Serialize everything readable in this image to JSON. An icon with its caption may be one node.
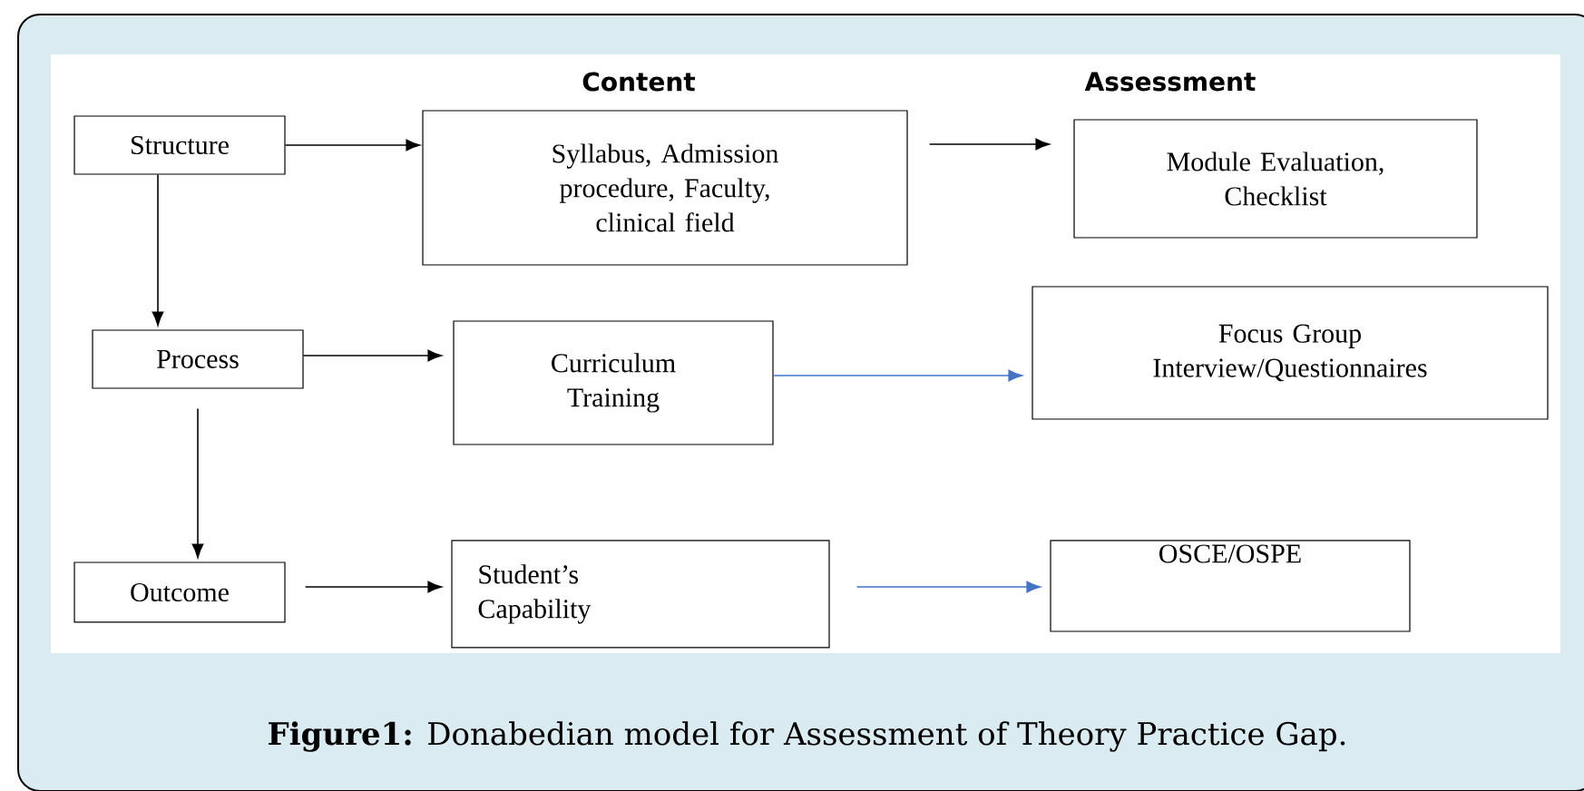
{
  "diagram": {
    "caption": "**Figure1:** Donabedian model for Assessment of Theory Practice Gap.",
    "nodes": [
      {
        "text": [
          "Structure"
        ]
      },
      {
        "text": [
          "Syllabus, Admission procedure, Faculty, clinical field"
        ]
      },
      {
        "text": [
          "Module Evaluation, Checklist"
        ]
      },
      {
        "text": [
          "Process"
        ]
      },
      {
        "text": [
          "Curriculum Training"
        ]
      },
      {
        "text": [
          "Focus Group Interview/Questionnaires"
        ]
      },
      {
        "text": [
          "Outcome"
        ]
      },
      {
        "text": [
          "Student’s Capability"
        ]
      },
      {
        "text": [
          "OSCE/OSPE"
        ]
      }
    ],
    "edges": [
      {
        "from": 0,
        "to": 1,
        "arrow": "to"
      },
      {
        "from": 1,
        "to": 2,
        "arrow": "to"
      },
      {
        "from": 0,
        "to": 3,
        "arrow": "to"
      },
      {
        "from": 3,
        "to": 4,
        "arrow": "to"
      },
      {
        "from": 4,
        "to": 5,
        "arrow": "to",
        "color": "#4472c4"
      },
      {
        "from": 3,
        "to": 6,
        "arrow": "to"
      },
      {
        "from": 6,
        "to": 7,
        "arrow": "to"
      },
      {
        "from": 7,
        "to": 8,
        "arrow": "to",
        "color": "#4472c4"
      }
    ],
    "labels": [
      "Content",
      "Assessment"
    ]
  }
}
